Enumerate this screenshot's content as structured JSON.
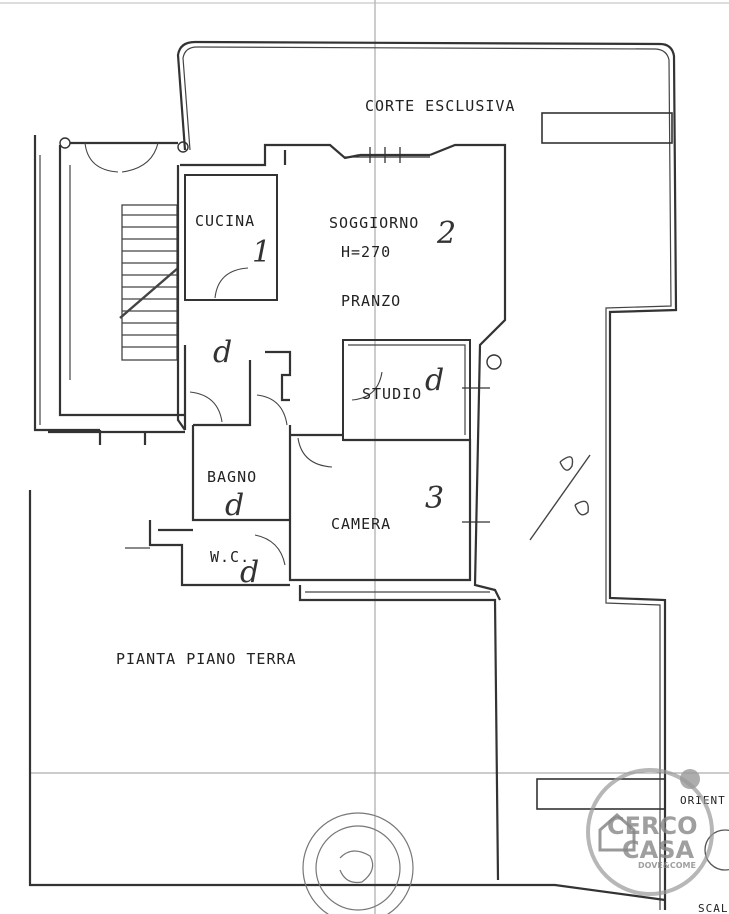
{
  "rooms": {
    "corte": "CORTE ESCLUSIVA",
    "cucina": "CUCINA",
    "soggiorno": "SOGGIORNO",
    "height": "H=270",
    "pranzo": "PRANZO",
    "studio": "STUDIO",
    "bagno": "BAGNO",
    "wc": "W.C.",
    "camera": "CAMERA"
  },
  "annotations": {
    "n1": "1",
    "n2": "2",
    "n3": "3",
    "d1": "d",
    "d2": "d",
    "d3": "d",
    "d4": "d"
  },
  "plan_title": "PIANTA PIANO TERRA",
  "margin_labels": {
    "orient": "ORIENT",
    "scal": "SCAL"
  },
  "logo": {
    "line1": "CERCO",
    "line2": "CASA",
    "tagline": "DOVE&COME",
    "color": "#8a8a8a"
  },
  "colors": {
    "ink": "#333333",
    "paper": "#ffffff"
  }
}
